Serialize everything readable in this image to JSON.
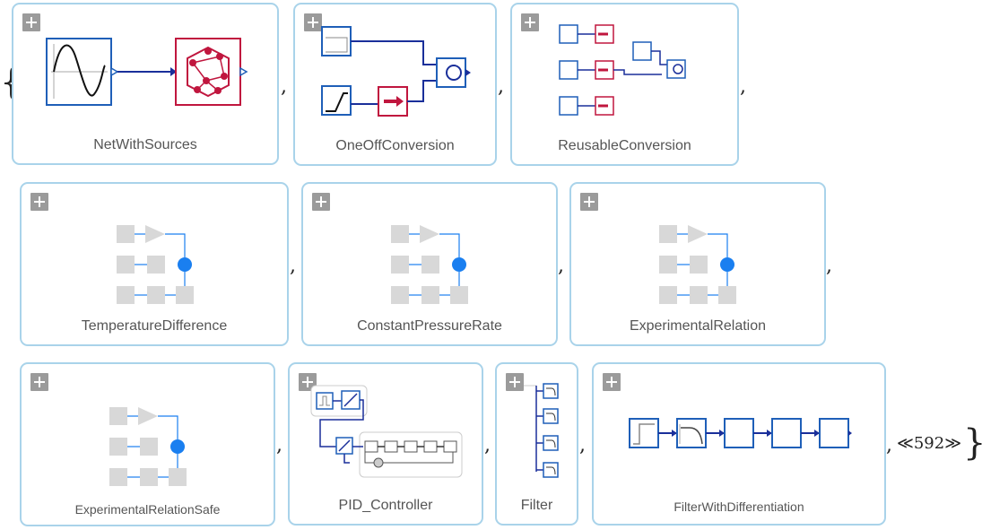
{
  "list": {
    "open_brace": "{",
    "close_brace": "}",
    "separator": ",",
    "more_count": "≪592≫"
  },
  "models": [
    {
      "name": "NetWithSources",
      "icon": "sine-source-to-network-diagram"
    },
    {
      "name": "OneOffConversion",
      "icon": "conversion-diagram"
    },
    {
      "name": "ReusableConversion",
      "icon": "reusable-conversion-diagram"
    },
    {
      "name": "TemperatureDifference",
      "icon": "placeholder-block-diagram"
    },
    {
      "name": "ConstantPressureRate",
      "icon": "placeholder-block-diagram"
    },
    {
      "name": "ExperimentalRelation",
      "icon": "placeholder-block-diagram"
    },
    {
      "name": "ExperimentalRelationSafe",
      "icon": "placeholder-block-diagram"
    },
    {
      "name": "PID_Controller",
      "icon": "pid-controller-diagram"
    },
    {
      "name": "Filter",
      "icon": "filter-bank-diagram"
    },
    {
      "name": "FilterWithDifferentiation",
      "icon": "filter-chain-diagram"
    }
  ],
  "colors": {
    "card_border": "#a9d3ea",
    "block_blue": "#1f5fb8",
    "block_red": "#c0163e",
    "wire": "#1a2f9a",
    "placeholder": "#d8d8d8",
    "accent_dot": "#1a7ff0"
  }
}
